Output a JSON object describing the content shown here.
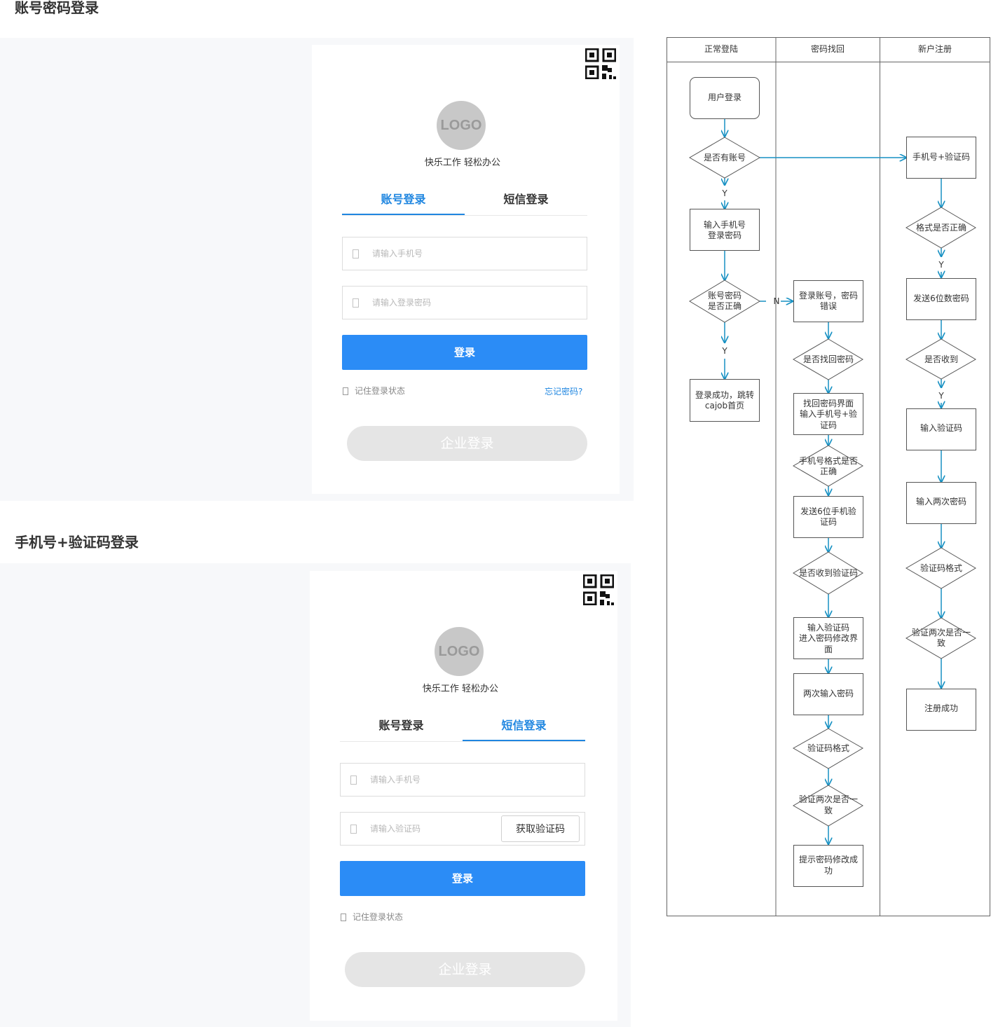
{
  "page": {
    "section1_title": "账号密码登录",
    "section2_title": "手机号+验证码登录"
  },
  "colors": {
    "accent": "#1f86e0",
    "button": "#2b8cf6",
    "flow_arrow": "#1791c3",
    "panel_bg": "#f7f8fa"
  },
  "login1": {
    "logo_text": "LOGO",
    "slogan": "快乐工作 轻松办公",
    "tab_account": "账号登录",
    "tab_sms": "短信登录",
    "phone_placeholder": "请输入手机号",
    "password_placeholder": "请输入登录密码",
    "login_button": "登录",
    "remember_label": "记住登录状态",
    "forgot_link": "忘记密码?",
    "enterprise_button": "企业登录"
  },
  "login2": {
    "logo_text": "LOGO",
    "slogan": "快乐工作 轻松办公",
    "tab_account": "账号登录",
    "tab_sms": "短信登录",
    "phone_placeholder": "请输入手机号",
    "code_placeholder": "请输入验证码",
    "get_code_button": "获取验证码",
    "login_button": "登录",
    "remember_label": "记住登录状态",
    "enterprise_button": "企业登录"
  },
  "flowchart": {
    "lanes": [
      "正常登陆",
      "密码找回",
      "新户注册"
    ],
    "normal": {
      "start": "用户登录",
      "has_account": "是否有账号",
      "input_credentials": [
        "输入手机号",
        "登录密码"
      ],
      "check_correct": [
        "账号密码",
        "是否正确"
      ],
      "success": [
        "登录成功，跳转",
        "cajob首页"
      ]
    },
    "recover": {
      "error": [
        "登录账号，密码",
        "错误"
      ],
      "ask_recover": "是否找回密码",
      "recover_page": [
        "找回密码界面",
        "输入手机号+验",
        "证码"
      ],
      "phone_format": [
        "手机号格式是否",
        "正确"
      ],
      "send_code": [
        "发送6位手机验",
        "证码"
      ],
      "received": "是否收到验证码",
      "enter_code": [
        "输入验证码",
        "进入密码修改界",
        "面"
      ],
      "enter_twice": "两次输入密码",
      "code_format": "验证码格式",
      "consistent": [
        "验证两次是否一",
        "致"
      ],
      "done": [
        "提示密码修改成",
        "功"
      ]
    },
    "register": {
      "phone_code": "手机号+验证码",
      "format_ok": "格式是否正确",
      "send_code": "发送6位数密码",
      "received": "是否收到",
      "enter_code": "输入验证码",
      "enter_twice": "输入两次密码",
      "code_format": "验证码格式",
      "consistent": [
        "验证两次是否一",
        "致"
      ],
      "done": "注册成功"
    },
    "labels": {
      "yes": "Y",
      "no": "N"
    }
  }
}
